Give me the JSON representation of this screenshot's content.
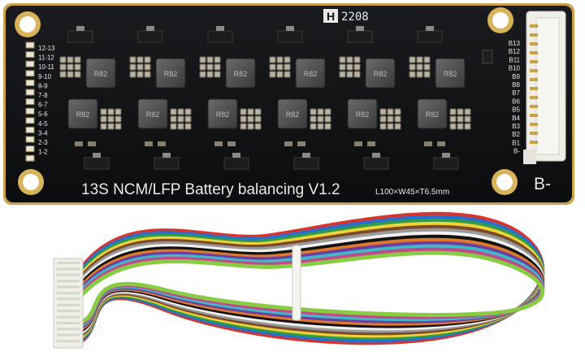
{
  "board": {
    "title": "13S NCM/LFP Battery balancing V1.2",
    "dimensions": "L100×W45×T6.5mm",
    "date_code": "2208",
    "date_code_prefix": "H",
    "b_minus": "B-",
    "left_labels": [
      "12-13",
      "11-12",
      "10-11",
      "9-10",
      "8-9",
      "7-8",
      "6-7",
      "5-6",
      "4-5",
      "3-4",
      "2-3",
      "1-2"
    ],
    "right_labels": [
      "B13",
      "B12",
      "B11",
      "B10",
      "B9",
      "B8",
      "B7",
      "B6",
      "B5",
      "B4",
      "B3",
      "B2",
      "B1",
      "B-"
    ],
    "inductor_marking": "R82"
  },
  "colors": {
    "pcb": "#111214",
    "pcb_edge": "#c9a24a",
    "silkscreen": "#e8e8e8",
    "connector": "#efefe8"
  },
  "harness": {
    "wire_colors": [
      "#d8342b",
      "#2a6fd0",
      "#2d9b4a",
      "#f0d23a",
      "#7a4a2a",
      "#9a9a9a",
      "#f2f2f2",
      "#111111",
      "#e07a2a",
      "#6a3fa0",
      "#3fb8c8",
      "#c24a8a",
      "#88cc44"
    ]
  }
}
